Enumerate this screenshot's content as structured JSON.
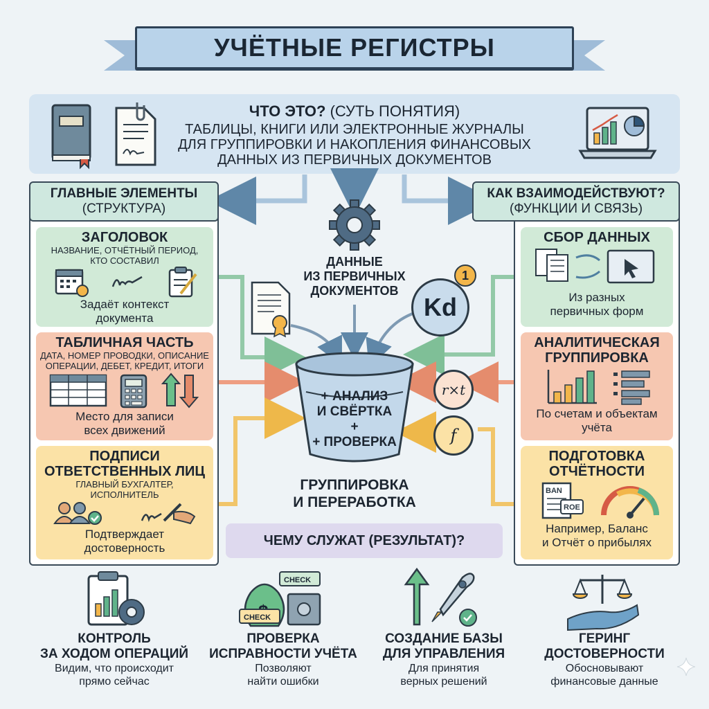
{
  "title": "УЧЁТНЫЕ РЕГИСТРЫ",
  "definition": {
    "heading_bold": "ЧТО ЭТО?",
    "heading_rest": "(СУТЬ ПОНЯТИЯ)",
    "body": [
      "ТАБЛИЦЫ, КНИГИ ИЛИ ЭЛЕКТРОННЫЕ ЖУРНАЛЫ",
      "ДЛЯ ГРУППИРОВКИ И НАКОПЛЕНИЯ ФИНАНСОВЫХ",
      "ДАННЫХ ИЗ ПЕРВИЧНЫХ ДОКУМЕНТОВ"
    ]
  },
  "left_column": {
    "heading": [
      "ГЛАВНЫЕ ЭЛЕМЕНТЫ",
      "(СТРУКТУРА)"
    ],
    "cards": [
      {
        "title": "ЗАГОЛОВОК",
        "sub": [
          "НАЗВАНИЕ, ОТЧЁТНЫЙ ПЕРИОД,",
          "КТО СОСТАВИЛ"
        ],
        "note": [
          "Задаёт контекст",
          "документа"
        ]
      },
      {
        "title": "ТАБЛИЧНАЯ ЧАСТЬ",
        "sub": [
          "ДАТА, НОМЕР ПРОВОДКИ, ОПИСАНИЕ",
          "ОПЕРАЦИИ, ДЕБЕТ, КРЕДИТ, ИТОГИ"
        ],
        "note": [
          "Место для записи",
          "всех движений"
        ]
      },
      {
        "title": "ПОДПИСИ",
        "title2": "ОТВЕТСТВЕННЫХ ЛИЦ",
        "sub": [
          "ГЛАВНЫЙ БУХГАЛТЕР,",
          "ИСПОЛНИТЕЛЬ"
        ],
        "note": [
          "Подтверждает",
          "достоверность"
        ]
      }
    ]
  },
  "right_column": {
    "heading": [
      "КАК ВЗАИМОДЕЙСТВУЮТ?",
      "(ФУНКЦИИ И СВЯЗЬ)"
    ],
    "cards": [
      {
        "title": "СБОР ДАННЫХ",
        "note": [
          "Из разных",
          "первичных форм"
        ]
      },
      {
        "title": "АНАЛИТИЧЕСКАЯ",
        "title2": "ГРУППИРОВКА",
        "note": [
          "По счетам и объектам",
          "учёта"
        ]
      },
      {
        "title": "ПОДГОТОВКА",
        "title2": "ОТЧЁТНОСТИ",
        "note": [
          "Например, Баланс",
          "и Отчёт о прибылях"
        ]
      }
    ]
  },
  "center": {
    "source_label": [
      "ДАННЫЕ",
      "ИЗ ПЕРВИЧНЫХ",
      "ДОКУМЕНТОВ"
    ],
    "kd_badge": "Kd",
    "kd_superscript": "1",
    "bucket_text": [
      "+ АНАЛИЗ",
      "И СВЁРТКА",
      "+",
      "+ ПРОВЕРКА"
    ],
    "process_label": [
      "ГРУППИРОВКА",
      "И ПЕРЕРАБОТКА"
    ],
    "formula_rxt": "r×t",
    "formula_f": "f",
    "purpose_label": "ЧЕМУ СЛУЖАТ (РЕЗУЛЬТАТ)?"
  },
  "icons": {
    "doc_badge_left": "BAN",
    "doc_badge_right": "ROE",
    "check_label": "CHECK"
  },
  "bottom": [
    {
      "title": [
        "КОНТРОЛЬ",
        "ЗА ХОДОМ ОПЕРАЦИЙ"
      ],
      "note": [
        "Видим, что происходит",
        "прямо сейчас"
      ]
    },
    {
      "title": [
        "ПРОВЕРКА",
        "ИСПРАВНОСТИ УЧЁТА"
      ],
      "note": [
        "Позволяют",
        "найти ошибки"
      ]
    },
    {
      "title": [
        "СОЗДАНИЕ БАЗЫ",
        "ДЛЯ УПРАВЛЕНИЯ"
      ],
      "note": [
        "Для принятия",
        "верных решений"
      ]
    },
    {
      "title": [
        "ГЕРИНГ",
        "ДОСТОВЕРНОСТИ"
      ],
      "note": [
        "Обосновывают",
        "финансовые данные"
      ]
    }
  ],
  "colors": {
    "accent_green": "#d1ead7",
    "accent_salmon": "#f6c7b1",
    "accent_yellow": "#fbe2a6",
    "banner_blue": "#b9d3ea"
  }
}
